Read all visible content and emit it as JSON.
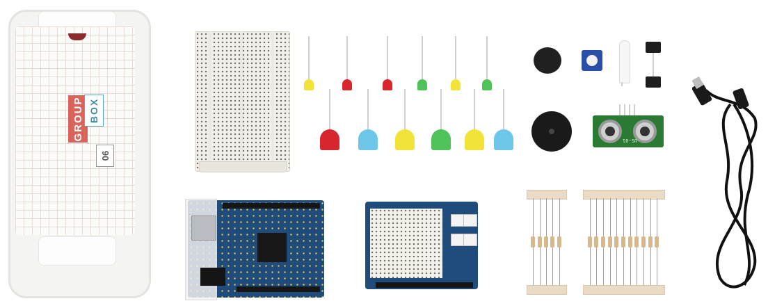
{
  "scene": {
    "background": "#ffffff",
    "items": [
      "group-box",
      "breadboard",
      "leds",
      "push-button-cap",
      "potentiometer",
      "phototransistor",
      "tilt-switches",
      "piezo-buzzer",
      "ultrasonic-sensor",
      "arduino-uno-board",
      "proto-shield-board",
      "resistor-strips",
      "usb-cable"
    ]
  },
  "group_box": {
    "word1": "GROUP",
    "word2": "BOX",
    "number": "06",
    "colors": {
      "accent_red": "#d9645b",
      "accent_blue": "#3b8ba6"
    }
  },
  "ultrasonic": {
    "marking": "US-01"
  },
  "leds": {
    "top_row": [
      "yellow",
      "red",
      "red",
      "green",
      "yellow",
      "green"
    ],
    "bottom_row": [
      "red",
      "blue",
      "yellow",
      "green",
      "yellow",
      "blue"
    ],
    "colors": {
      "red": "#d7262e",
      "yellow": "#f2e33a",
      "green": "#4fc35a",
      "blue": "#6ec6e8"
    }
  },
  "resistors": {
    "left_strip_count": 5,
    "right_strip_count": 11
  }
}
